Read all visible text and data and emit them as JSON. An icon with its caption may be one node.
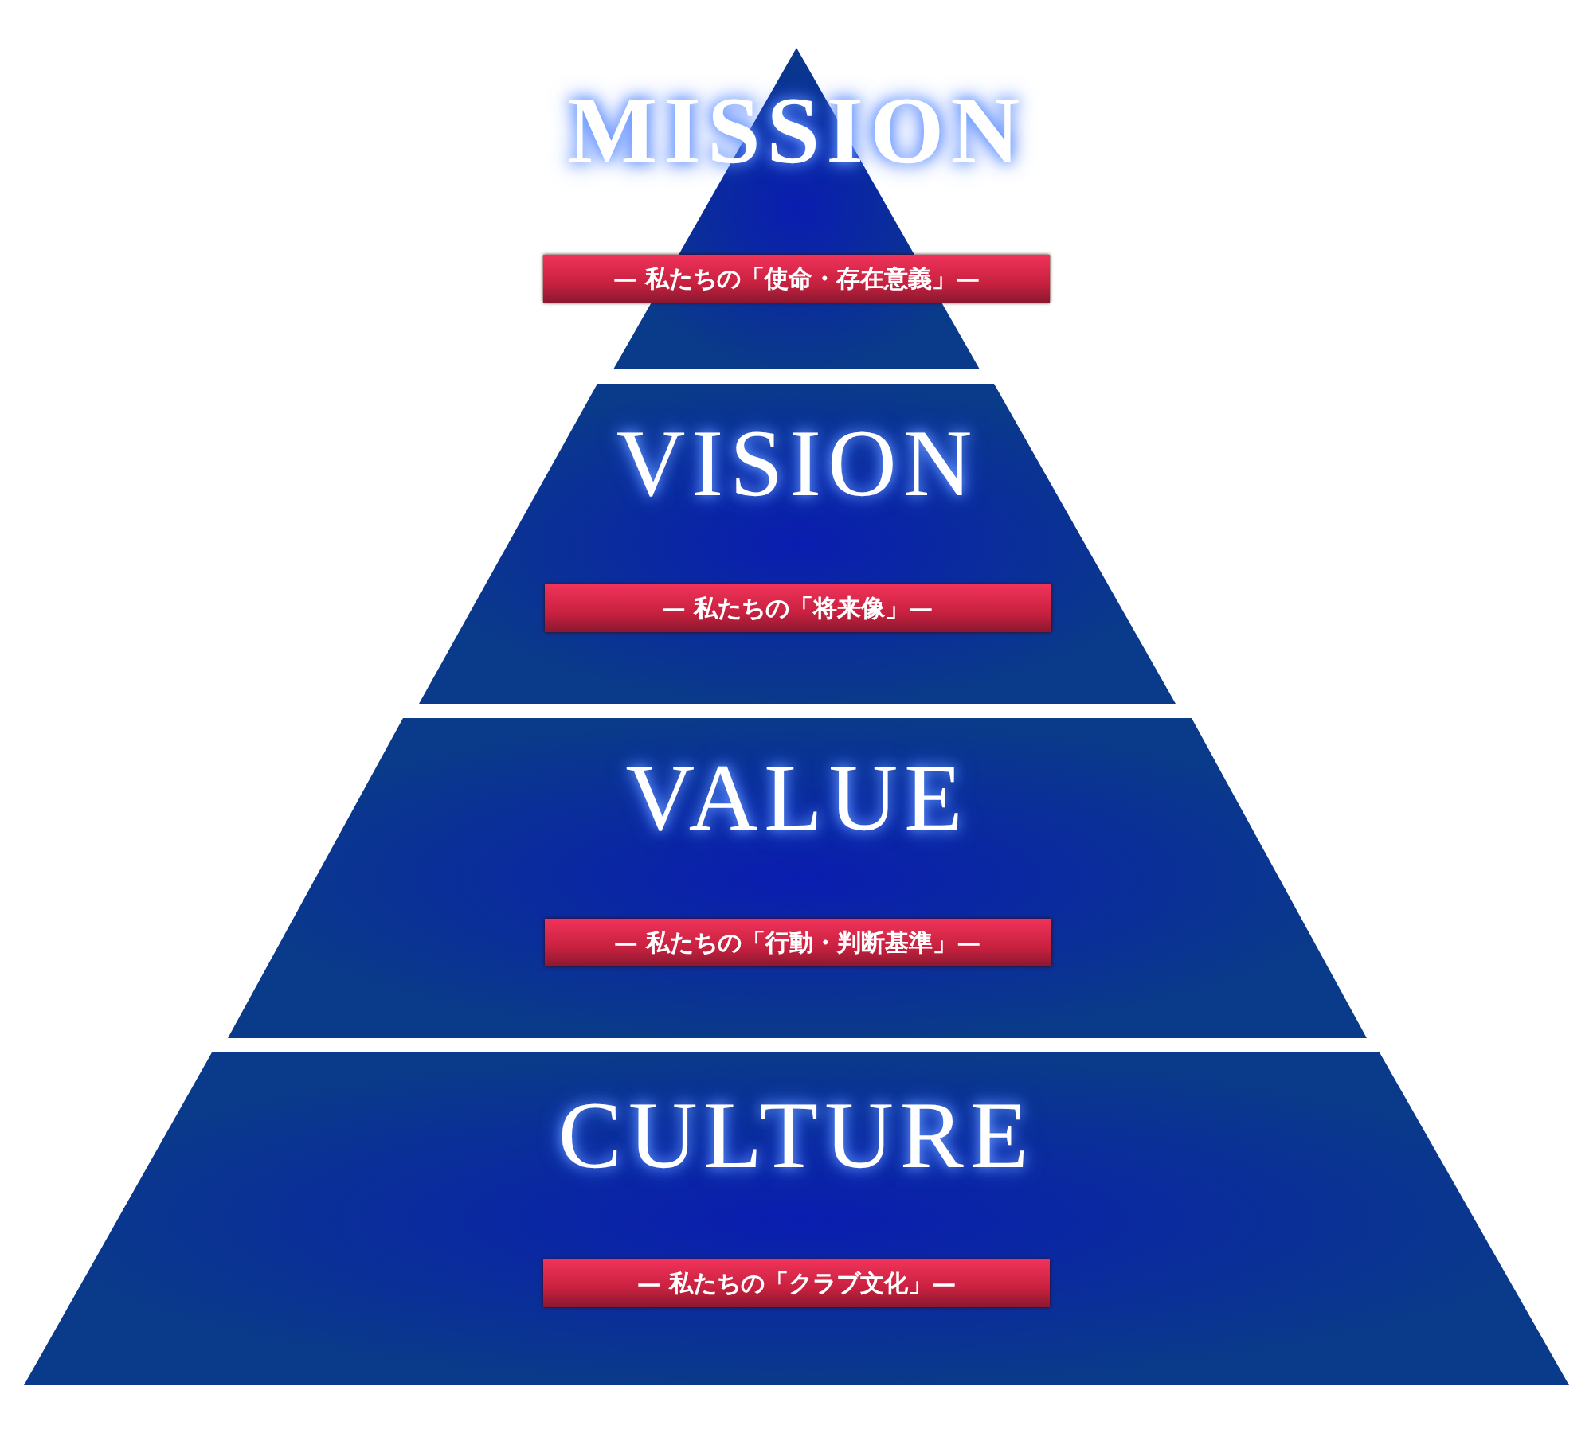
{
  "diagram": {
    "nodes": [
      {
        "text": [
          "MISSION",
          "— 私たちの「使命・存在意義」—"
        ]
      },
      {
        "text": [
          "VISION",
          "— 私たちの「将来像」—"
        ]
      },
      {
        "text": [
          "VALUE",
          "— 私たちの「行動・判断基準」—"
        ]
      },
      {
        "text": [
          "CULTURE",
          "— 私たちの「クラブ文化」—"
        ]
      }
    ]
  }
}
